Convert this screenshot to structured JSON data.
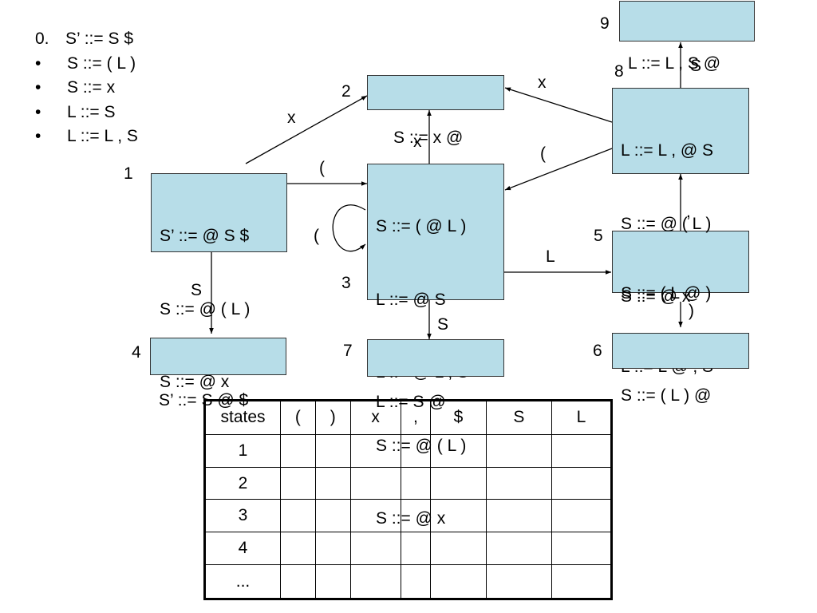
{
  "grammar": [
    {
      "mark": "0.",
      "rule": "S’ ::= S $"
    },
    {
      "mark": "•",
      "rule": "S ::= ( L )"
    },
    {
      "mark": "•",
      "rule": "S ::= x"
    },
    {
      "mark": "•",
      "rule": "L ::= S"
    },
    {
      "mark": "•",
      "rule": "L ::= L , S"
    }
  ],
  "states": {
    "s1": {
      "num": "1",
      "items": [
        "S’ ::= @ S $",
        "S ::= @ ( L )",
        "S ::= @ x"
      ]
    },
    "s2": {
      "num": "2",
      "items": [
        "S ::= x @"
      ]
    },
    "s3": {
      "num": "3",
      "items": [
        "S ::= ( @ L )",
        "L ::= @ S",
        "L ::= @ L , S",
        "S ::= @ ( L )",
        "S ::= @ x"
      ]
    },
    "s4": {
      "num": "4",
      "items": [
        "S’ ::= S @ $"
      ]
    },
    "s5": {
      "num": "5",
      "items": [
        "S ::= ( L @ )",
        "L ::= L @ , S"
      ]
    },
    "s6": {
      "num": "6",
      "items": [
        "S ::= ( L ) @"
      ]
    },
    "s7": {
      "num": "7",
      "items": [
        "L ::= S @"
      ]
    },
    "s8": {
      "num": "8",
      "items": [
        "L ::= L , @ S",
        "S ::= @ ( L )",
        "S ::= @ x"
      ]
    },
    "s9": {
      "num": "9",
      "items": [
        "L ::= L , S @"
      ]
    }
  },
  "edges": {
    "e1_2": "x",
    "e1_3": "(",
    "e3_3": "(",
    "e3_2": "x",
    "e1_4": "S",
    "e3_7": "S",
    "e3_5": "L",
    "e5_8": ",",
    "e5_6": ")",
    "e8_2": "x",
    "e8_3": "(",
    "e8_9": "S"
  },
  "table": {
    "headers": [
      "states",
      "(",
      ")",
      "x",
      ",",
      "$",
      "S",
      "L"
    ],
    "rows": [
      "1",
      "2",
      "3",
      "4",
      "..."
    ]
  }
}
